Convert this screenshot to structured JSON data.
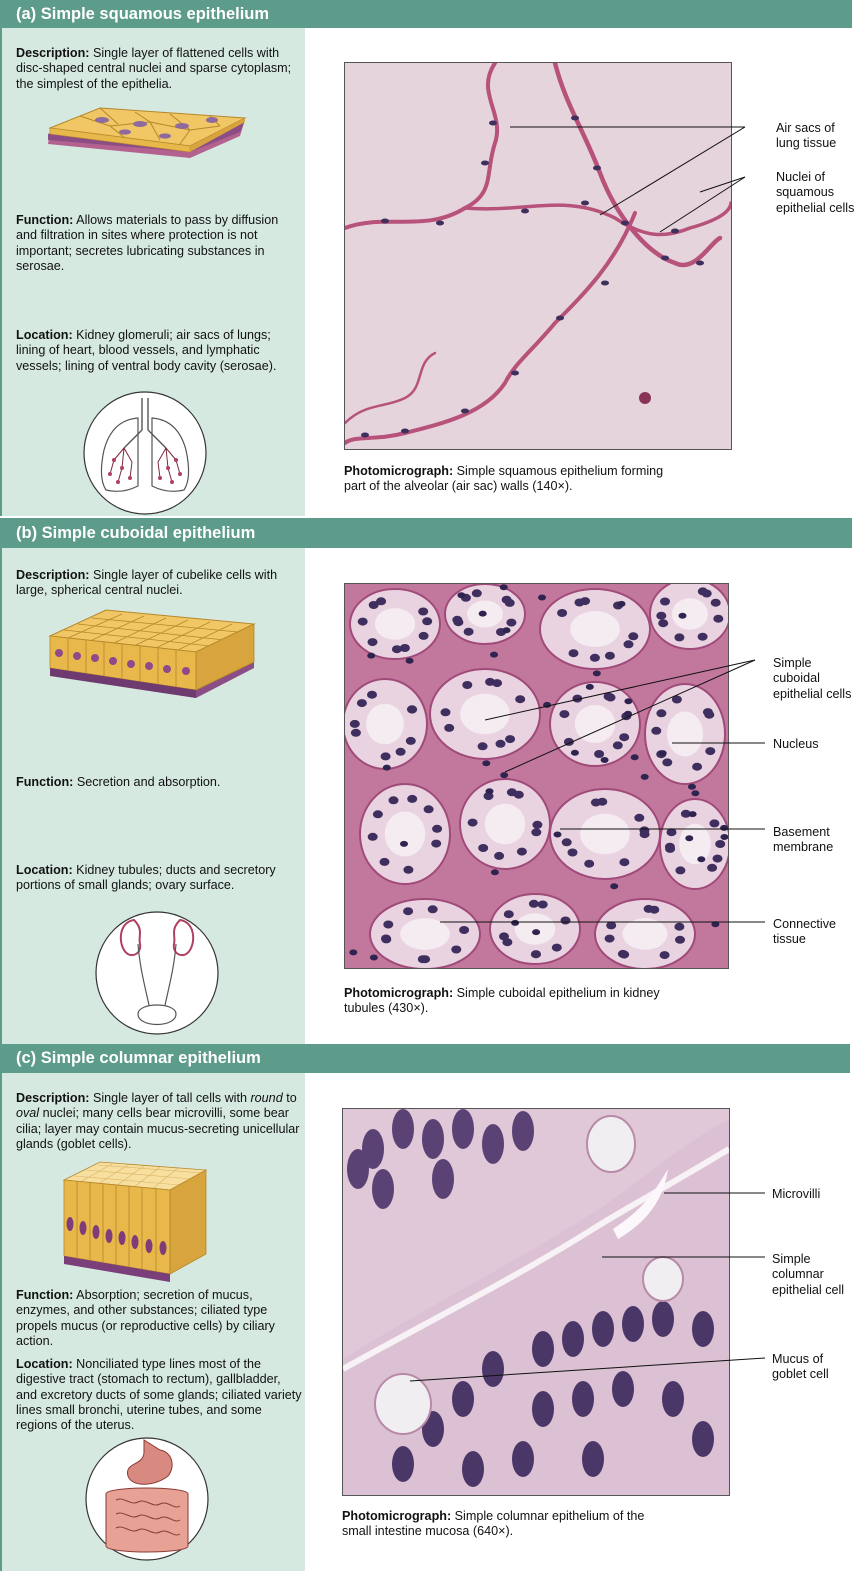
{
  "panels": [
    {
      "header": "(a)  Simple squamous epithelium",
      "description_label": "Description:",
      "description": "Single layer of flattened cells with disc-shaped central nuclei and sparse cytoplasm; the simplest of the epithelia.",
      "function_label": "Function:",
      "function": "Allows materials to pass by diffusion and filtration in sites where protection is not important; secretes lubricating substances in serosae.",
      "location_label": "Location:",
      "location": "Kidney glomeruli; air sacs of lungs; lining of heart, blood vessels, and lymphatic vessels; lining of ventral body cavity (serosae).",
      "caption_label": "Photomicrograph:",
      "caption": "Simple squamous epithelium forming part of the alveolar (air sac) walls (140×).",
      "labels": [
        "Air sacs of lung tissue",
        "Nuclei of squamous epithelial cells"
      ]
    },
    {
      "header": "(b)  Simple cuboidal epithelium",
      "description_label": "Description:",
      "description": "Single layer of cubelike cells with large, spherical central nuclei.",
      "function_label": "Function:",
      "function": "Secretion and absorption.",
      "location_label": "Location:",
      "location": "Kidney tubules; ducts and secretory portions of small glands; ovary surface.",
      "caption_label": "Photomicrograph:",
      "caption": "Simple cuboidal epithelium in kidney tubules (430×).",
      "labels": [
        "Simple cuboidal epithelial cells",
        "Nucleus",
        "Basement membrane",
        "Connective tissue"
      ]
    },
    {
      "header": "(c)  Simple columnar epithelium",
      "description_label": "Description:",
      "description_pre": "Single layer of tall cells with ",
      "description_em1": "round",
      "description_mid": " to ",
      "description_em2": "oval",
      "description_post": " nuclei; many cells bear microvilli, some bear cilia; layer may contain mucus-secreting unicellular glands (goblet cells).",
      "function_label": "Function:",
      "function": "Absorption; secretion of mucus, enzymes, and other substances; ciliated type propels mucus (or reproductive cells) by ciliary action.",
      "location_label": "Location:",
      "location": "Nonciliated type lines most of the digestive tract (stomach to rectum), gallbladder, and excretory ducts of some glands; ciliated variety lines small bronchi, uterine tubes, and some regions of the uterus.",
      "caption_label": "Photomicrograph:",
      "caption": "Simple columnar epithelium of the small intestine mucosa (640×).",
      "labels": [
        "Microvilli",
        "Simple columnar epithelial cell",
        "Mucus of goblet cell"
      ]
    }
  ],
  "colors": {
    "header": "#5d9b8a",
    "sidebar": "#d6e9e1",
    "tissue_pink": "#e6d4dd",
    "nucleus": "#3e2f5e",
    "cell_yellow": "#e9b84a"
  }
}
